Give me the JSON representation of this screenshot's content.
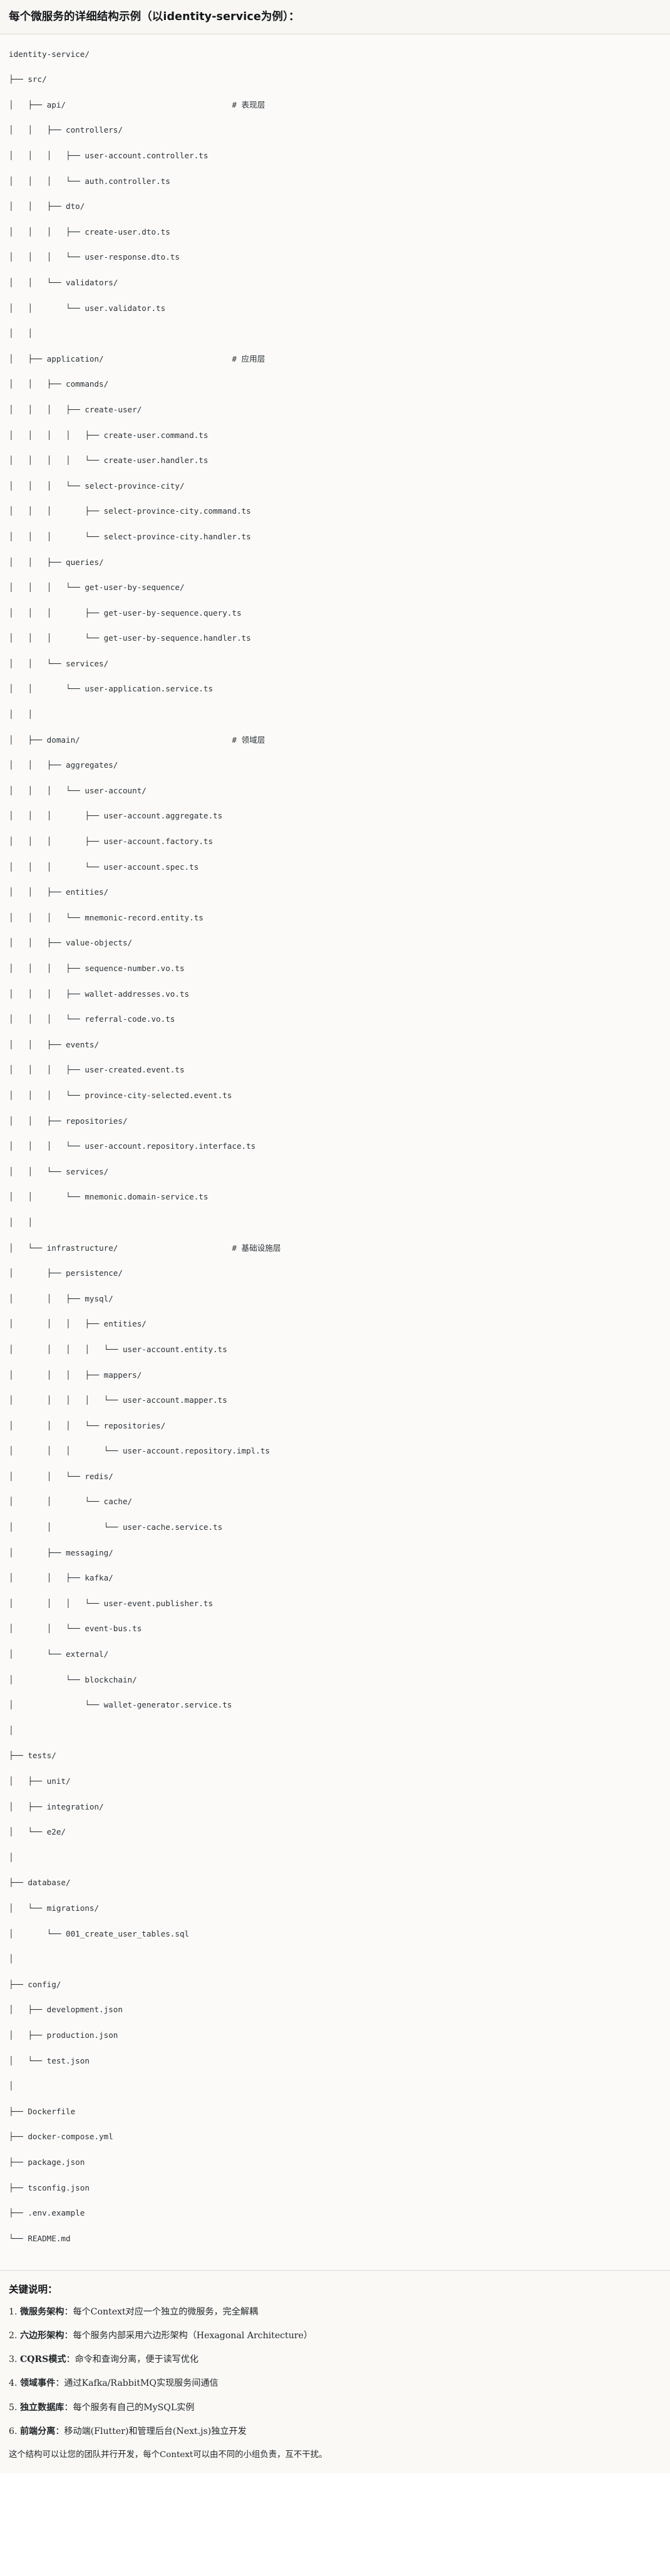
{
  "header": {
    "title": "每个微服务的详细结构示例（以identity-service为例）："
  },
  "tree": {
    "root": "identity-service/",
    "comments": {
      "api": "# 表现层",
      "application": "# 应用层",
      "domain": "# 领域层",
      "infrastructure": "# 基础设施层"
    },
    "lines": [
      {
        "path": "identity-service/",
        "comment": ""
      },
      {
        "path": "├── src/",
        "comment": ""
      },
      {
        "path": "│   ├── api/",
        "comment": "# 表现层"
      },
      {
        "path": "│   │   ├── controllers/",
        "comment": ""
      },
      {
        "path": "│   │   │   ├── user-account.controller.ts",
        "comment": ""
      },
      {
        "path": "│   │   │   └── auth.controller.ts",
        "comment": ""
      },
      {
        "path": "│   │   ├── dto/",
        "comment": ""
      },
      {
        "path": "│   │   │   ├── create-user.dto.ts",
        "comment": ""
      },
      {
        "path": "│   │   │   └── user-response.dto.ts",
        "comment": ""
      },
      {
        "path": "│   │   └── validators/",
        "comment": ""
      },
      {
        "path": "│   │       └── user.validator.ts",
        "comment": ""
      },
      {
        "path": "│   │",
        "comment": ""
      },
      {
        "path": "│   ├── application/",
        "comment": "# 应用层"
      },
      {
        "path": "│   │   ├── commands/",
        "comment": ""
      },
      {
        "path": "│   │   │   ├── create-user/",
        "comment": ""
      },
      {
        "path": "│   │   │   │   ├── create-user.command.ts",
        "comment": ""
      },
      {
        "path": "│   │   │   │   └── create-user.handler.ts",
        "comment": ""
      },
      {
        "path": "│   │   │   └── select-province-city/",
        "comment": ""
      },
      {
        "path": "│   │   │       ├── select-province-city.command.ts",
        "comment": ""
      },
      {
        "path": "│   │   │       └── select-province-city.handler.ts",
        "comment": ""
      },
      {
        "path": "│   │   ├── queries/",
        "comment": ""
      },
      {
        "path": "│   │   │   └── get-user-by-sequence/",
        "comment": ""
      },
      {
        "path": "│   │   │       ├── get-user-by-sequence.query.ts",
        "comment": ""
      },
      {
        "path": "│   │   │       └── get-user-by-sequence.handler.ts",
        "comment": ""
      },
      {
        "path": "│   │   └── services/",
        "comment": ""
      },
      {
        "path": "│   │       └── user-application.service.ts",
        "comment": ""
      },
      {
        "path": "│   │",
        "comment": ""
      },
      {
        "path": "│   ├── domain/",
        "comment": "# 领域层"
      },
      {
        "path": "│   │   ├── aggregates/",
        "comment": ""
      },
      {
        "path": "│   │   │   └── user-account/",
        "comment": ""
      },
      {
        "path": "│   │   │       ├── user-account.aggregate.ts",
        "comment": ""
      },
      {
        "path": "│   │   │       ├── user-account.factory.ts",
        "comment": ""
      },
      {
        "path": "│   │   │       └── user-account.spec.ts",
        "comment": ""
      },
      {
        "path": "│   │   ├── entities/",
        "comment": ""
      },
      {
        "path": "│   │   │   └── mnemonic-record.entity.ts",
        "comment": ""
      },
      {
        "path": "│   │   ├── value-objects/",
        "comment": ""
      },
      {
        "path": "│   │   │   ├── sequence-number.vo.ts",
        "comment": ""
      },
      {
        "path": "│   │   │   ├── wallet-addresses.vo.ts",
        "comment": ""
      },
      {
        "path": "│   │   │   └── referral-code.vo.ts",
        "comment": ""
      },
      {
        "path": "│   │   ├── events/",
        "comment": ""
      },
      {
        "path": "│   │   │   ├── user-created.event.ts",
        "comment": ""
      },
      {
        "path": "│   │   │   └── province-city-selected.event.ts",
        "comment": ""
      },
      {
        "path": "│   │   ├── repositories/",
        "comment": ""
      },
      {
        "path": "│   │   │   └── user-account.repository.interface.ts",
        "comment": ""
      },
      {
        "path": "│   │   └── services/",
        "comment": ""
      },
      {
        "path": "│   │       └── mnemonic.domain-service.ts",
        "comment": ""
      },
      {
        "path": "│   │",
        "comment": ""
      },
      {
        "path": "│   └── infrastructure/",
        "comment": "# 基础设施层"
      },
      {
        "path": "│       ├── persistence/",
        "comment": ""
      },
      {
        "path": "│       │   ├── mysql/",
        "comment": ""
      },
      {
        "path": "│       │   │   ├── entities/",
        "comment": ""
      },
      {
        "path": "│       │   │   │   └── user-account.entity.ts",
        "comment": ""
      },
      {
        "path": "│       │   │   ├── mappers/",
        "comment": ""
      },
      {
        "path": "│       │   │   │   └── user-account.mapper.ts",
        "comment": ""
      },
      {
        "path": "│       │   │   └── repositories/",
        "comment": ""
      },
      {
        "path": "│       │   │       └── user-account.repository.impl.ts",
        "comment": ""
      },
      {
        "path": "│       │   └── redis/",
        "comment": ""
      },
      {
        "path": "│       │       └── cache/",
        "comment": ""
      },
      {
        "path": "│       │           └── user-cache.service.ts",
        "comment": ""
      },
      {
        "path": "│       ├── messaging/",
        "comment": ""
      },
      {
        "path": "│       │   ├── kafka/",
        "comment": ""
      },
      {
        "path": "│       │   │   └── user-event.publisher.ts",
        "comment": ""
      },
      {
        "path": "│       │   └── event-bus.ts",
        "comment": ""
      },
      {
        "path": "│       └── external/",
        "comment": ""
      },
      {
        "path": "│           └── blockchain/",
        "comment": ""
      },
      {
        "path": "│               └── wallet-generator.service.ts",
        "comment": ""
      },
      {
        "path": "│",
        "comment": ""
      },
      {
        "path": "├── tests/",
        "comment": ""
      },
      {
        "path": "│   ├── unit/",
        "comment": ""
      },
      {
        "path": "│   ├── integration/",
        "comment": ""
      },
      {
        "path": "│   └── e2e/",
        "comment": ""
      },
      {
        "path": "│",
        "comment": ""
      },
      {
        "path": "├── database/",
        "comment": ""
      },
      {
        "path": "│   └── migrations/",
        "comment": ""
      },
      {
        "path": "│       └── 001_create_user_tables.sql",
        "comment": ""
      },
      {
        "path": "│",
        "comment": ""
      },
      {
        "path": "├── config/",
        "comment": ""
      },
      {
        "path": "│   ├── development.json",
        "comment": ""
      },
      {
        "path": "│   ├── production.json",
        "comment": ""
      },
      {
        "path": "│   └── test.json",
        "comment": ""
      },
      {
        "path": "│",
        "comment": ""
      },
      {
        "path": "├── Dockerfile",
        "comment": ""
      },
      {
        "path": "├── docker-compose.yml",
        "comment": ""
      },
      {
        "path": "├── package.json",
        "comment": ""
      },
      {
        "path": "├── tsconfig.json",
        "comment": ""
      },
      {
        "path": "├── .env.example",
        "comment": ""
      },
      {
        "path": "└── README.md",
        "comment": ""
      }
    ]
  },
  "notes": {
    "title": "关键说明：",
    "items": [
      {
        "num": "1.",
        "term": "微服务架构",
        "sep": "：",
        "desc": "每个Context对应一个独立的微服务，完全解耦"
      },
      {
        "num": "2.",
        "term": "六边形架构",
        "sep": "：",
        "desc": "每个服务内部采用六边形架构（Hexagonal Architecture）"
      },
      {
        "num": "3.",
        "term": "CQRS模式",
        "sep": "：",
        "desc": "命令和查询分离，便于读写优化"
      },
      {
        "num": "4.",
        "term": "领域事件",
        "sep": "：",
        "desc": "通过Kafka/RabbitMQ实现服务间通信"
      },
      {
        "num": "5.",
        "term": "独立数据库",
        "sep": "：",
        "desc": "每个服务有自己的MySQL实例"
      },
      {
        "num": "6.",
        "term": "前端分离",
        "sep": "：",
        "desc": "移动端(Flutter)和管理后台(Next.js)独立开发"
      }
    ],
    "footer": "这个结构可以让您的团队并行开发，每个Context可以由不同的小组负责，互不干扰。"
  },
  "colors": {
    "page_bg": "#fbfaf7",
    "header_bg": "#f8f7f3",
    "code_bg": "#fbfaf8",
    "text": "#1f2328",
    "code_text": "#2b3137",
    "divider": "#d9d7d1"
  }
}
